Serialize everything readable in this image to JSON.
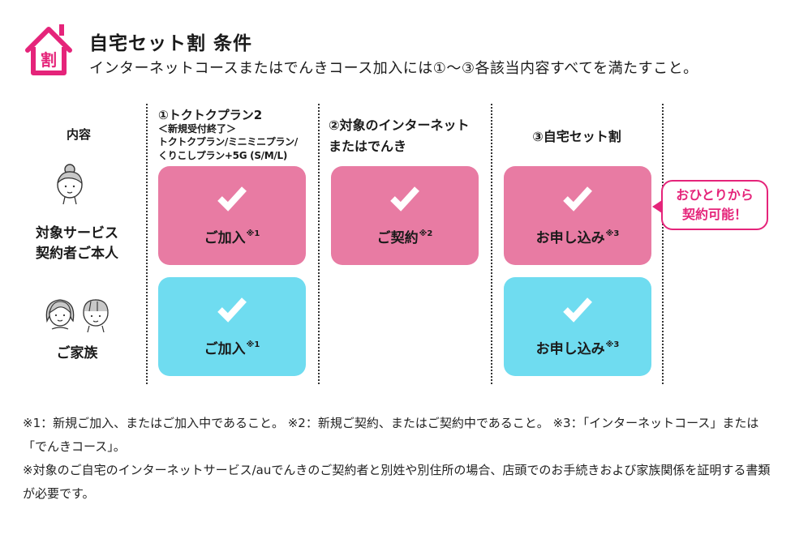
{
  "header": {
    "icon_label": "割",
    "title": "自宅セット割 条件",
    "subtitle": "インターネットコースまたはでんきコース加入には①～③各該当内容すべてを満たすこと。"
  },
  "colors": {
    "brand_magenta": "#e5247a",
    "card_pink": "#e87ba3",
    "card_cyan": "#6fdcf0"
  },
  "table": {
    "row_header": "内容",
    "columns": [
      {
        "line1": "①トクトクプラン2",
        "line2": "＜新規受付終了＞",
        "line3": "トクトクプラン/ミニミニプラン/",
        "line4": "くりこしプラン+5G (S/M/L)"
      },
      {
        "line1": "②対象のインターネット",
        "line2": "またはでんき"
      },
      {
        "line1": "③自宅セット割"
      }
    ],
    "rows": [
      {
        "label_line1": "対象サービス",
        "label_line2": "契約者ご本人",
        "avatar": "woman-avatar-icon",
        "cells": [
          {
            "text": "ご加入",
            "note": "※1",
            "icon": "check-icon"
          },
          {
            "text": "ご契約",
            "note": "※2",
            "icon": "check-icon"
          },
          {
            "text": "お申し込み",
            "note": "※3",
            "icon": "check-icon"
          }
        ]
      },
      {
        "label_line1": "ご家族",
        "avatar": "family-avatars-icon",
        "cells": [
          {
            "text": "ご加入",
            "note": "※1",
            "icon": "check-icon"
          },
          null,
          {
            "text": "お申し込み",
            "note": "※3",
            "icon": "check-icon"
          }
        ]
      }
    ],
    "callout": {
      "line1": "おひとりから",
      "line2": "契約可能！"
    }
  },
  "notes": {
    "line1": "※1：新規ご加入、またはご加入中であること。 ※2：新規ご契約、またはご契約中であること。 ※3：「インターネットコース」または「でんきコース」。",
    "line2": "※対象のご自宅のインターネットサービス/auでんきのご契約者と別姓や別住所の場合、店頭でのお手続きおよび家族関係を証明する書類が必要です。"
  }
}
